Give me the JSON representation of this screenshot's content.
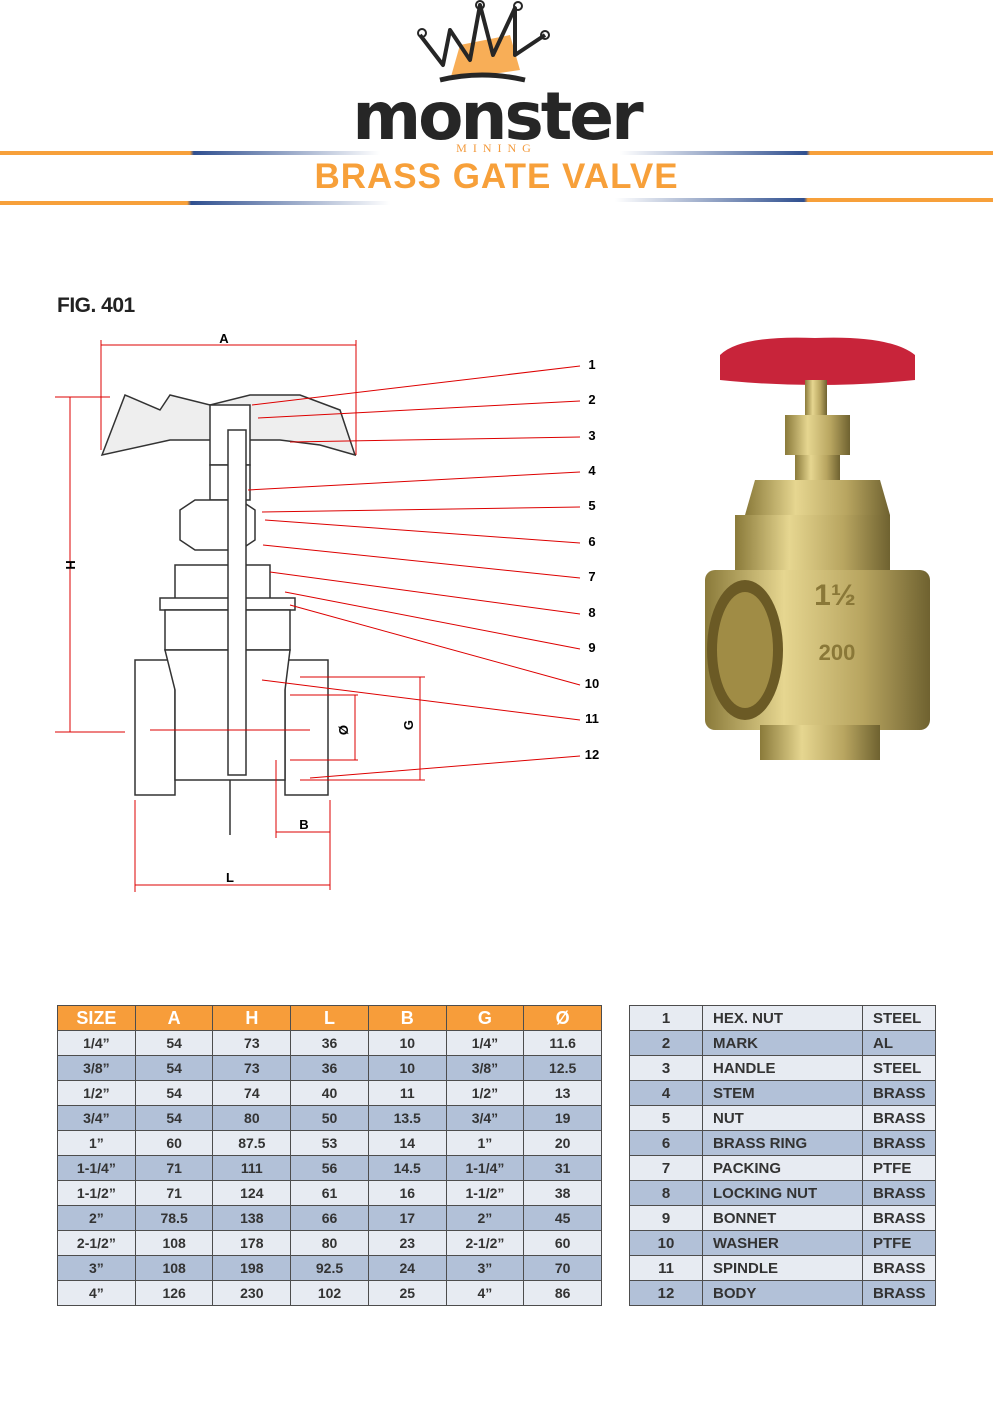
{
  "header": {
    "brand": "monster",
    "brand_sub": "MINING",
    "title": "BRASS GATE VALVE",
    "colors": {
      "orange": "#f7a03a",
      "navy": "#2f4f8f"
    }
  },
  "figure": {
    "label": "FIG. 401",
    "dimensions": {
      "A": "A",
      "H": "H",
      "L": "L",
      "B": "B",
      "G": "G",
      "D": "Ø"
    },
    "callouts": [
      "1",
      "2",
      "3",
      "4",
      "5",
      "6",
      "7",
      "8",
      "9",
      "10",
      "11",
      "12"
    ],
    "photo_marks": {
      "size": "1½",
      "rating": "200"
    }
  },
  "size_table": {
    "headers": [
      "SIZE",
      "A",
      "H",
      "L",
      "B",
      "G",
      "Ø"
    ],
    "rows": [
      [
        "1/4”",
        "54",
        "73",
        "36",
        "10",
        "1/4”",
        "11.6"
      ],
      [
        "3/8”",
        "54",
        "73",
        "36",
        "10",
        "3/8”",
        "12.5"
      ],
      [
        "1/2”",
        "54",
        "74",
        "40",
        "11",
        "1/2”",
        "13"
      ],
      [
        "3/4”",
        "54",
        "80",
        "50",
        "13.5",
        "3/4”",
        "19"
      ],
      [
        "1”",
        "60",
        "87.5",
        "53",
        "14",
        "1”",
        "20"
      ],
      [
        "1-1/4”",
        "71",
        "111",
        "56",
        "14.5",
        "1-1/4”",
        "31"
      ],
      [
        "1-1/2”",
        "71",
        "124",
        "61",
        "16",
        "1-1/2”",
        "38"
      ],
      [
        "2”",
        "78.5",
        "138",
        "66",
        "17",
        "2”",
        "45"
      ],
      [
        "2-1/2”",
        "108",
        "178",
        "80",
        "23",
        "2-1/2”",
        "60"
      ],
      [
        "3”",
        "108",
        "198",
        "92.5",
        "24",
        "3”",
        "70"
      ],
      [
        "4”",
        "126",
        "230",
        "102",
        "25",
        "4”",
        "86"
      ]
    ]
  },
  "parts_table": {
    "rows": [
      [
        "1",
        "HEX. NUT",
        "STEEL"
      ],
      [
        "2",
        "MARK",
        "AL"
      ],
      [
        "3",
        "HANDLE",
        "STEEL"
      ],
      [
        "4",
        "STEM",
        "BRASS"
      ],
      [
        "5",
        "NUT",
        "BRASS"
      ],
      [
        "6",
        "BRASS RING",
        "BRASS"
      ],
      [
        "7",
        "PACKING",
        "PTFE"
      ],
      [
        "8",
        "LOCKING NUT",
        "BRASS"
      ],
      [
        "9",
        "BONNET",
        "BRASS"
      ],
      [
        "10",
        "WASHER",
        "PTFE"
      ],
      [
        "11",
        "SPINDLE",
        "BRASS"
      ],
      [
        "12",
        "BODY",
        "BRASS"
      ]
    ]
  }
}
